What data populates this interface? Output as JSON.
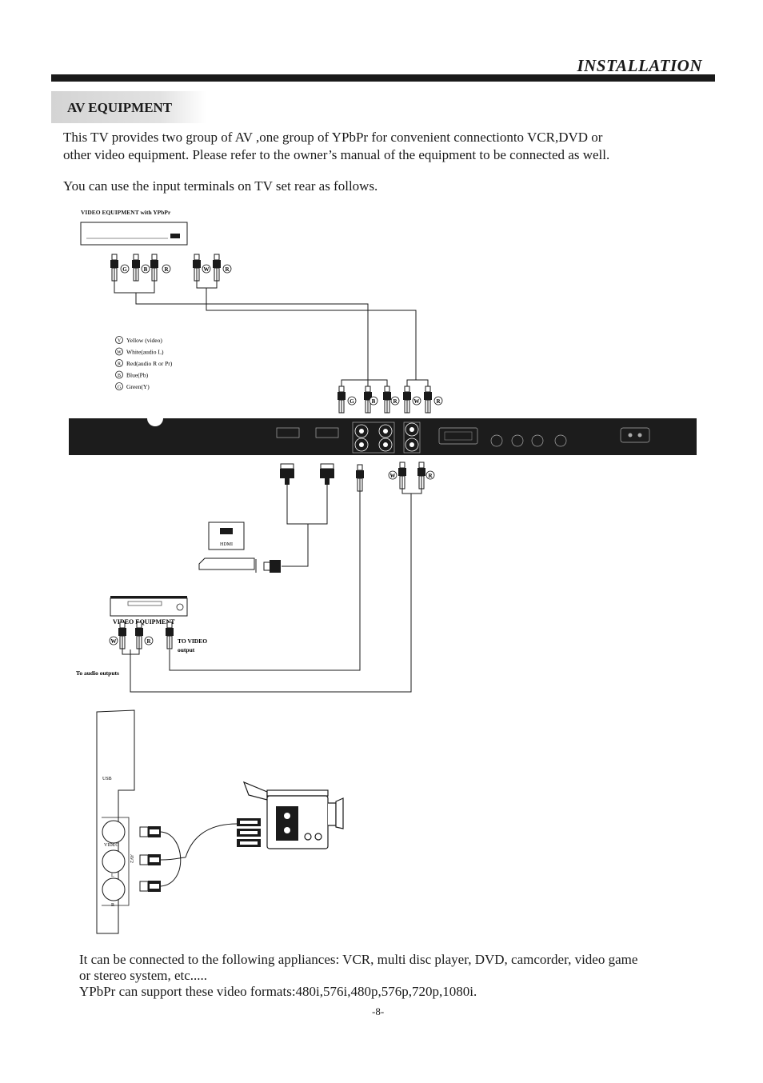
{
  "header": {
    "title": "INSTALLATION"
  },
  "section": {
    "title": "AV EQUIPMENT"
  },
  "intro": {
    "line1": "This TV provides two group of AV ,one group of YPbPr for convenient connectionto VCR,DVD or",
    "line2": "other video equipment. Please refer to the owner’s manual of the equipment to be connected as well.",
    "terminals": "You can use the input terminals on TV set rear as follows."
  },
  "diagram": {
    "ypbpr_device_label": "VIDEO EQUIPMENT with YPbPr",
    "legend": [
      {
        "letter": "Y",
        "text": "Yellow (video)"
      },
      {
        "letter": "W",
        "text": "White(audio L)"
      },
      {
        "letter": "R",
        "text": "Red(audio R or Pr)"
      },
      {
        "letter": "B",
        "text": "Blue(Pb)"
      },
      {
        "letter": "G",
        "text": "Green(Y)"
      }
    ],
    "plug_letters": {
      "g": "G",
      "b": "B",
      "r": "R",
      "w": "W"
    },
    "hdmi_label": "HDMI",
    "video_equipment_label": "VIDEO EQUIPMENT",
    "to_video_output_line1": "TO VIDEO",
    "to_video_output_line2": "output",
    "to_audio_outputs": "To audio outputs",
    "side_panel": {
      "usb": "USB",
      "video": "VIDEO",
      "l": "L",
      "r": "R",
      "av2": "AV2"
    }
  },
  "footer": {
    "line1": "It can be connected to the following appliances: VCR, multi disc player, DVD, camcorder, video game",
    "line2": "or stereo system, etc.....",
    "line3": "YPbPr can support these video formats:480i,576i,480p,576p,720p,1080i."
  },
  "page_number": "-8-",
  "colors": {
    "ink": "#1a1a1a",
    "section_bg": "#d9d9d9",
    "panel": "#1c1c1c"
  }
}
